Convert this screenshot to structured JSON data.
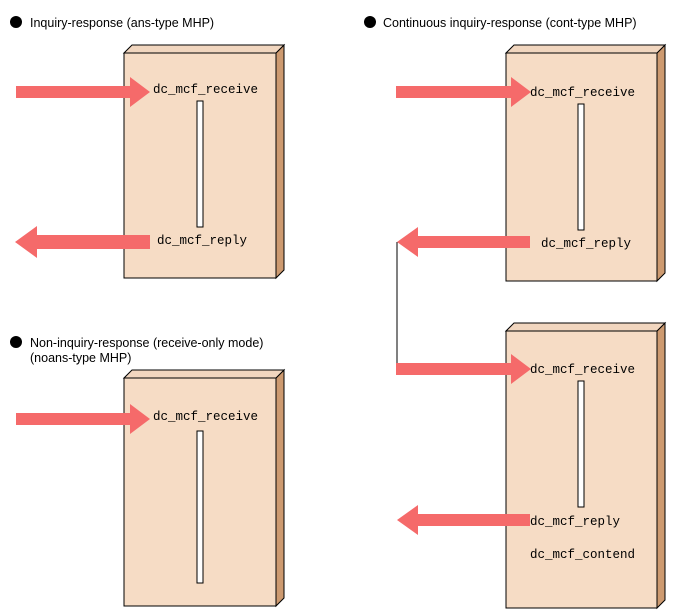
{
  "colors": {
    "box_face": "#f6dcc5",
    "box_side": "#cd9a70",
    "box_top": "#f1d6bf",
    "arrow": "#f56a6a",
    "bullet": "#000000"
  },
  "sections": {
    "inquiry_response": {
      "title": "Inquiry-response (ans-type MHP)",
      "receive_label": "dc_mcf_receive",
      "reply_label": "dc_mcf_reply"
    },
    "non_inquiry_response": {
      "title_line1": "Non-inquiry-response (receive-only mode)",
      "title_line2": "(noans-type MHP)",
      "receive_label": "dc_mcf_receive"
    },
    "continuous_inquiry_response": {
      "title": "Continuous inquiry-response (cont-type MHP)",
      "first_receive_label": "dc_mcf_receive",
      "first_reply_label": "dc_mcf_reply",
      "second_receive_label": "dc_mcf_receive",
      "second_reply_label": "dc_mcf_reply",
      "contend_label": "dc_mcf_contend"
    }
  }
}
